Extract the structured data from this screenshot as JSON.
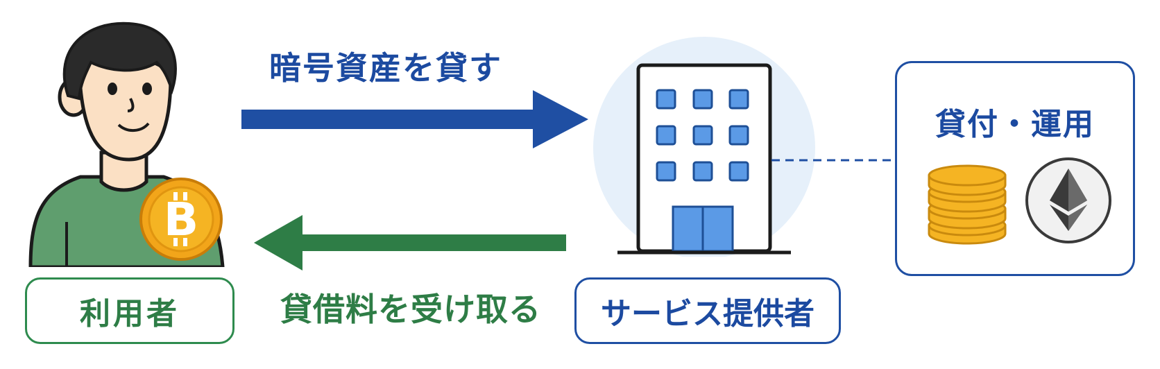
{
  "diagram": {
    "lend_label": "暗号資産を貸す",
    "fee_label": "貸借料を受け取る",
    "user_label": "利用者",
    "provider_label": "サービス提供者",
    "ops_label": "貸付・運用"
  },
  "colors": {
    "blue": "#1f4fa3",
    "green": "#2e7d46",
    "coin_gold": "#f5b423",
    "building_window": "#5b9ae6",
    "building_bg": "#e6f0fa"
  },
  "icons": [
    "person-icon",
    "bitcoin-coin-icon",
    "building-icon",
    "coin-stack-icon",
    "ethereum-icon"
  ]
}
